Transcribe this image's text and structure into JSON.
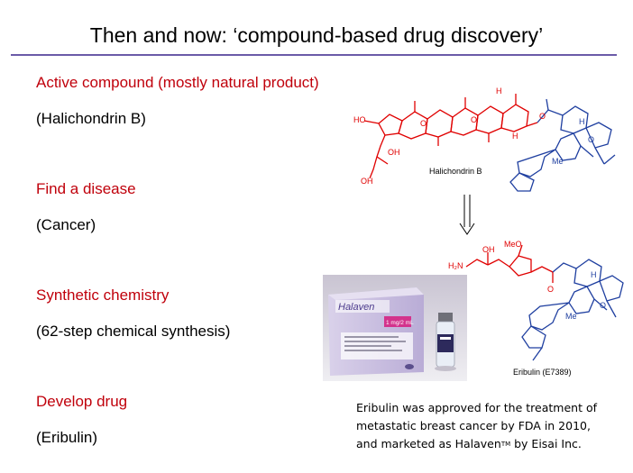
{
  "slide": {
    "title": "Then and now: ‘compound-based drug discovery’"
  },
  "steps": [
    {
      "heading": "Active compound (mostly natural product)",
      "detail": "(Halichondrin B)"
    },
    {
      "heading": "Find a disease",
      "detail": "(Cancer)"
    },
    {
      "heading": "Synthetic chemistry",
      "detail": "(62-step chemical synthesis)"
    },
    {
      "heading": "Develop drug",
      "detail": "(Eribulin)"
    }
  ],
  "molecules": {
    "top_label": "Halichondrin B",
    "bottom_label": "Eribulin (E7389)",
    "atoms": {
      "ho": "HO",
      "oh": "OH",
      "h": "H",
      "o": "O",
      "me": "Me",
      "meo": "MeO",
      "h2n": "H₂N"
    }
  },
  "product": {
    "brand": "Halaven",
    "dose": "1 mg/2 mL"
  },
  "caption": {
    "line1": "Eribulin was approved for the treatment of",
    "line2": "metastatic breast cancer by FDA in 2010,",
    "line3_pre": "and marketed as Halaven",
    "tm": "TM",
    "line3_post": " by Eisai Inc."
  },
  "colors": {
    "heading": "#c0000b",
    "rule": "#6b5ba8",
    "chem_red": "#e00000",
    "chem_blue": "#1f3fa0"
  }
}
